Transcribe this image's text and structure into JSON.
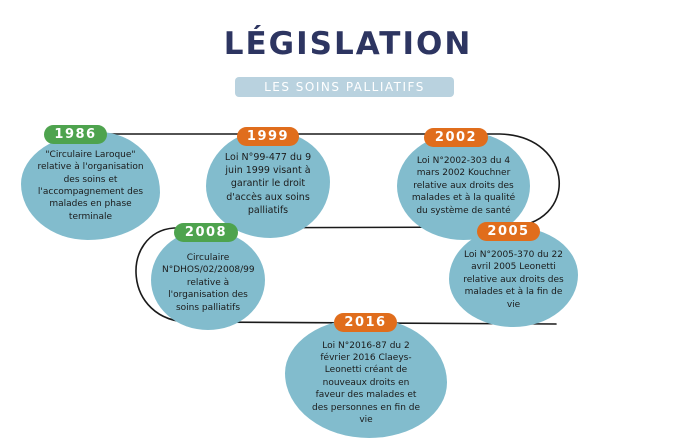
{
  "header": {
    "title": "LÉGISLATION",
    "subtitle": "LES SOINS PALLIATIFS"
  },
  "colors": {
    "title": "#2d3561",
    "subtitle_bg": "#b9d2df",
    "blob": "#82bccd",
    "green": "#4ea34e",
    "orange": "#e06d1c",
    "line": "#1a1a1a"
  },
  "events": [
    {
      "year": "1986",
      "color": "green",
      "text": "\"Circulaire Laroque\" relative à l'organisation des soins et l'accompagnement des malades en phase terminale"
    },
    {
      "year": "1999",
      "color": "orange",
      "text": "Loi N°99-477 du 9 juin 1999 visant à garantir le droit d'accès aux soins palliatifs"
    },
    {
      "year": "2002",
      "color": "orange",
      "text": "Loi N°2002-303 du 4 mars 2002 Kouchner relative aux droits des malades et à la qualité du système de santé"
    },
    {
      "year": "2005",
      "color": "orange",
      "text": "Loi N°2005-370 du 22 avril 2005 Leonetti relative aux droits des malades et à la fin de vie"
    },
    {
      "year": "2008",
      "color": "green",
      "text": "Circulaire N°DHOS/02/2008/99 relative à l'organisation des soins palliatifs"
    },
    {
      "year": "2016",
      "color": "orange",
      "text": "Loi N°2016-87 du 2 février 2016 Claeys-Leonetti créant de nouveaux droits en faveur des malades et des personnes en fin de vie"
    }
  ]
}
